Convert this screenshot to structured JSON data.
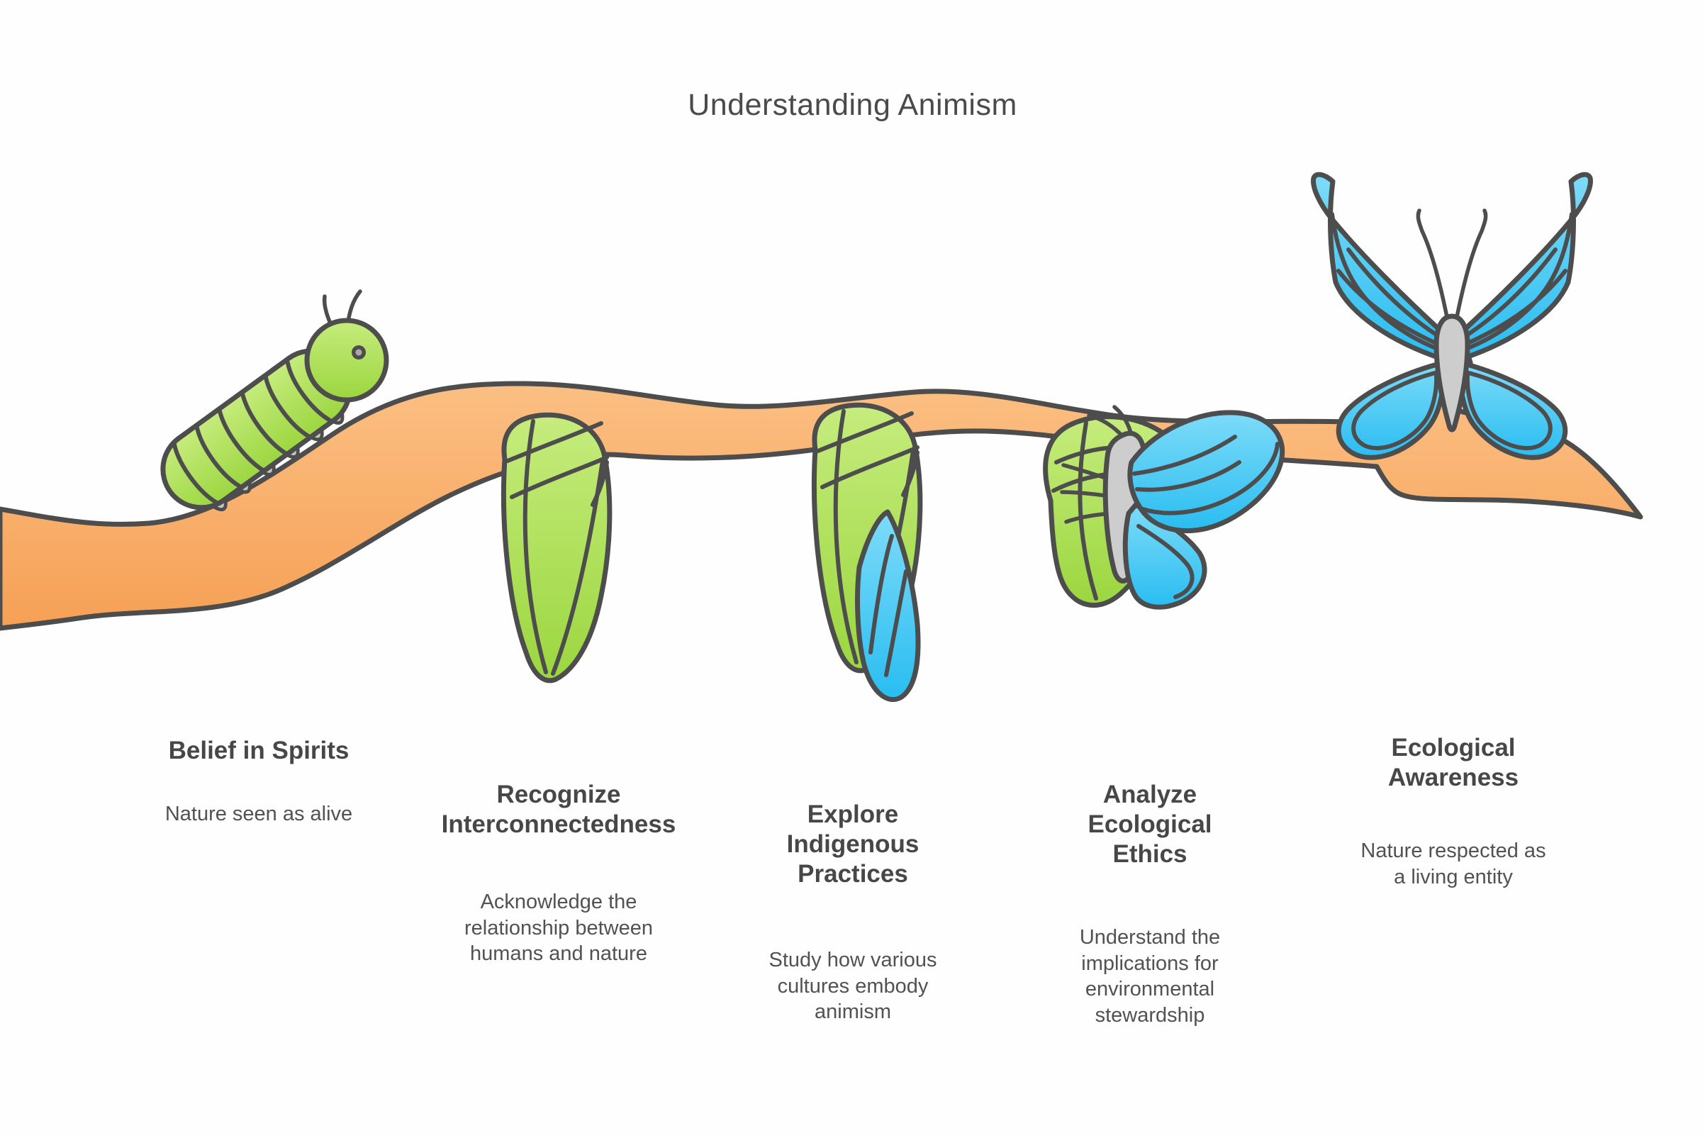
{
  "title": "Understanding Animism",
  "stages": [
    {
      "id": "belief-in-spirits",
      "heading": "Belief in Spirits",
      "description": "Nature seen as alive",
      "icon": "caterpillar-icon"
    },
    {
      "id": "recognize-interconnectedness",
      "heading": "Recognize\nInterconnectedness",
      "description": "Acknowledge the\nrelationship between\nhumans and nature",
      "icon": "chrysalis-icon"
    },
    {
      "id": "explore-indigenous-practices",
      "heading": "Explore\nIndigenous\nPractices",
      "description": "Study how various\ncultures embody\nanimism",
      "icon": "chrysalis-emerging-wing-icon"
    },
    {
      "id": "analyze-ecological-ethics",
      "heading": "Analyze\nEcological\nEthics",
      "description": "Understand the\nimplications for\nenvironmental\nstewardship",
      "icon": "emerging-butterfly-icon"
    },
    {
      "id": "ecological-awareness",
      "heading": "Ecological\nAwareness",
      "description": "Nature respected as\na living entity",
      "icon": "butterfly-icon"
    }
  ],
  "colors": {
    "branch_orange_light": "#fcc389",
    "branch_orange_dark": "#f6a055",
    "leaf_green_light": "#c6ec7d",
    "leaf_green_dark": "#9bd63f",
    "butterfly_blue_light": "#7edbf8",
    "butterfly_blue_dark": "#29bdf1",
    "outline_gray": "#4d4d4d",
    "insect_body_gray": "#cdcdcd",
    "text_gray": "#4a4a4a"
  }
}
